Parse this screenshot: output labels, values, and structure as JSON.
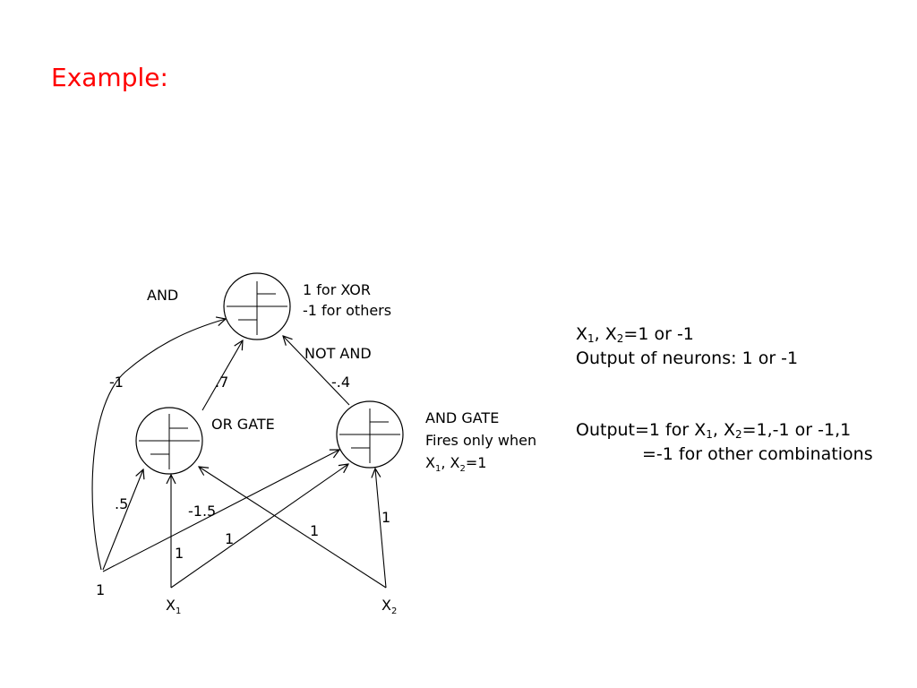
{
  "title": "Example:",
  "neurons": {
    "top": {
      "label": "AND",
      "note_line1": "1 for XOR",
      "note_line2": "-1 for others"
    },
    "left": {
      "label": "OR GATE"
    },
    "right": {
      "label_line1": "AND GATE",
      "label_line2": "Fires only when",
      "label_line3_x1": "X",
      "label_line3_sub1": "1",
      "label_line3_mid": ", X",
      "label_line3_sub2": "2",
      "label_line3_end": "=1"
    }
  },
  "edge_labels": {
    "not_and": "NOT AND",
    "bias_to_and": "-1",
    "or_to_and": ".7",
    "andgate_to_and": "-.4",
    "bias_to_or": ".5",
    "bias_to_andgate": "-1.5",
    "x1_to_or": "1",
    "x1_to_andgate": "1",
    "x2_to_or": "1",
    "x2_to_andgate": "1"
  },
  "inputs": {
    "bias": "1",
    "x1_main": "X",
    "x1_sub": "1",
    "x2_main": "X",
    "x2_sub": "2"
  },
  "info": {
    "line1_a": "X",
    "line1_s1": "1",
    "line1_b": ", X",
    "line1_s2": "2",
    "line1_c": "=1 or -1",
    "line2": "Output of neurons: 1 or -1",
    "line3_a": "Output=1 for X",
    "line3_s1": "1",
    "line3_b": ", X",
    "line3_s2": "2",
    "line3_c": "=1,-1 or -1,1",
    "line4": "=-1 for other combinations"
  }
}
